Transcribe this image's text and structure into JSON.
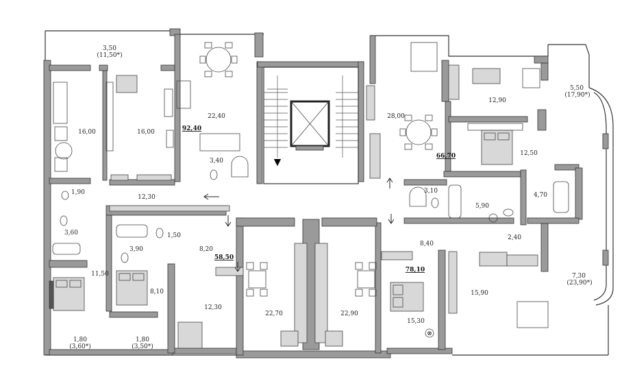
{
  "plan": {
    "units": [
      {
        "key": "u1",
        "total": "92,40"
      },
      {
        "key": "u2",
        "total": "66,70"
      },
      {
        "key": "u3",
        "total": "58,50"
      },
      {
        "key": "u4",
        "total": "78,10"
      }
    ],
    "rooms": [
      {
        "key": "r01",
        "area": "3,50"
      },
      {
        "key": "r01b",
        "area": "(11,50*)"
      },
      {
        "key": "r02",
        "area": "16,00"
      },
      {
        "key": "r03",
        "area": "16,00"
      },
      {
        "key": "r04",
        "area": "22,40"
      },
      {
        "key": "r05",
        "area": "3,40"
      },
      {
        "key": "r06",
        "area": "28,00"
      },
      {
        "key": "r07",
        "area": "12,90"
      },
      {
        "key": "r08",
        "area": "5,50"
      },
      {
        "key": "r08b",
        "area": "(17,90*)"
      },
      {
        "key": "r09",
        "area": "12,50"
      },
      {
        "key": "r10",
        "area": "1,90"
      },
      {
        "key": "r11",
        "area": "12,30"
      },
      {
        "key": "r12",
        "area": "3,10"
      },
      {
        "key": "r13",
        "area": "4,70"
      },
      {
        "key": "r14",
        "area": "5,90"
      },
      {
        "key": "r15",
        "area": "3,60"
      },
      {
        "key": "r16",
        "area": "3,90"
      },
      {
        "key": "r17",
        "area": "1,50"
      },
      {
        "key": "r18",
        "area": "8,20"
      },
      {
        "key": "r19",
        "area": "8,40"
      },
      {
        "key": "r20",
        "area": "2,40"
      },
      {
        "key": "r21",
        "area": "7,30"
      },
      {
        "key": "r21b",
        "area": "(23,90*)"
      },
      {
        "key": "r22",
        "area": "11,50"
      },
      {
        "key": "r23",
        "area": "8,10"
      },
      {
        "key": "r24",
        "area": "12,30"
      },
      {
        "key": "r25",
        "area": "22,70"
      },
      {
        "key": "r26",
        "area": "22,90"
      },
      {
        "key": "r27",
        "area": "15,90"
      },
      {
        "key": "r28",
        "area": "15,30"
      },
      {
        "key": "r29",
        "area": "1,80"
      },
      {
        "key": "r29b",
        "area": "(3,60*)"
      },
      {
        "key": "r30",
        "area": "1,80"
      },
      {
        "key": "r30b",
        "area": "(3,50*)"
      }
    ],
    "icons": [
      "stairwell-icon",
      "elevator-icon",
      "arrow-icon",
      "dining-table-icon",
      "bed-icon",
      "bathtub-icon",
      "toilet-icon",
      "desk-chair-icon"
    ]
  }
}
